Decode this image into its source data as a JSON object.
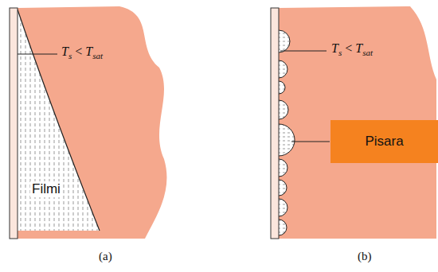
{
  "diagram": {
    "nodes": [
      {
        "text": [
          "Pisara"
        ]
      }
    ],
    "labels": [
      "T",
      "s",
      "<",
      "T",
      "sat",
      "T",
      "s",
      "<",
      "T",
      "sat",
      "Filmi",
      "(a)",
      "(b)"
    ]
  }
}
